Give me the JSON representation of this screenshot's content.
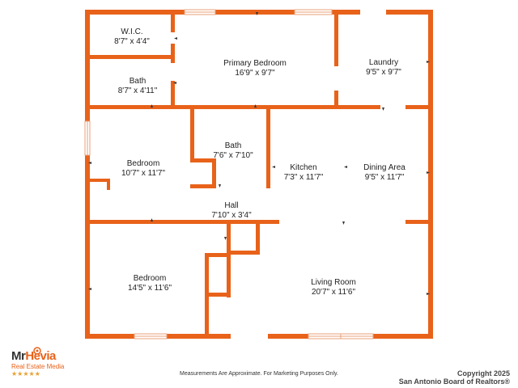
{
  "rooms": {
    "wic": {
      "name": "W.I.C.",
      "dims": "8'7\" x 4'4\""
    },
    "primary_bedroom": {
      "name": "Primary Bedroom",
      "dims": "16'9\" x 9'7\""
    },
    "laundry": {
      "name": "Laundry",
      "dims": "9'5\" x 9'7\""
    },
    "bath_primary": {
      "name": "Bath",
      "dims": "8'7\" x 4'11\""
    },
    "bedroom_1": {
      "name": "Bedroom",
      "dims": "10'7\" x 11'7\""
    },
    "bath_hall": {
      "name": "Bath",
      "dims": "7'6\" x 7'10\""
    },
    "kitchen": {
      "name": "Kitchen",
      "dims": "7'3\" x 11'7\""
    },
    "dining_area": {
      "name": "Dining Area",
      "dims": "9'5\" x 11'7\""
    },
    "hall": {
      "name": "Hall",
      "dims": "7'10\" x 3'4\""
    },
    "bedroom_2": {
      "name": "Bedroom",
      "dims": "14'5\" x 11'6\""
    },
    "living_room": {
      "name": "Living Room",
      "dims": "20'7\" x 11'6\""
    }
  },
  "logo": {
    "name_part1": "Mr",
    "name_part2": "Hevia",
    "tagline": "Real Estate Media",
    "stars": "★★★★★"
  },
  "footer": {
    "disclaimer": "Measurements Are Approximate. For Marketing Purposes Only.",
    "copyright_line1": "Copyright 2025",
    "copyright_line2": "San Antonio Board of Realtors®"
  },
  "colors": {
    "wall": "#e8621a",
    "window": "#e8a07a",
    "text": "#222222"
  }
}
